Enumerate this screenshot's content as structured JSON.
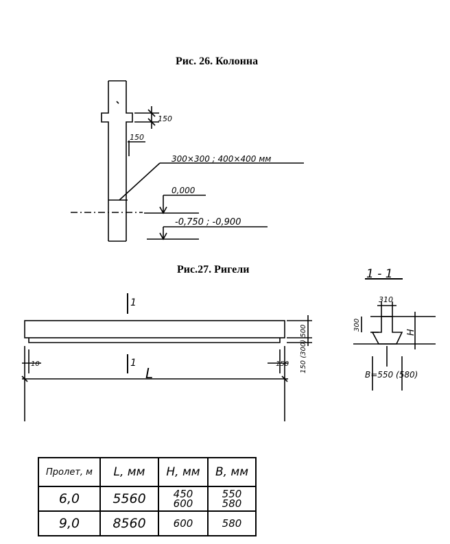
{
  "fig26": {
    "title": "Рис. 26. Колонна",
    "dim_150_top": "150",
    "dim_150_side": "150",
    "section_label": "300×300 ; 400×400 мм",
    "elev_zero": "0,000",
    "elev_lower": "-0,750 ; -0,900"
  },
  "fig27": {
    "title": "Рис.27. Ригели",
    "cut_label_top": "1",
    "cut_label_bottom": "1",
    "dim_left": "10",
    "dim_right": "150",
    "length_symbol": "L",
    "height_label": "150 (300) 500",
    "section_title": "1 - 1",
    "section_top_width": "310",
    "section_rib_height": "300",
    "section_h": "H",
    "section_b": "B=550 (580)"
  },
  "table": {
    "headers": [
      "Пролет, м",
      "L, мм",
      "H, мм",
      "B, мм"
    ],
    "rows": [
      {
        "span": "6,0",
        "length": "5560",
        "h1": "450",
        "h2": "600",
        "b1": "550",
        "b2": "580"
      },
      {
        "span": "9,0",
        "length": "8560",
        "h": "600",
        "b": "580"
      }
    ]
  }
}
